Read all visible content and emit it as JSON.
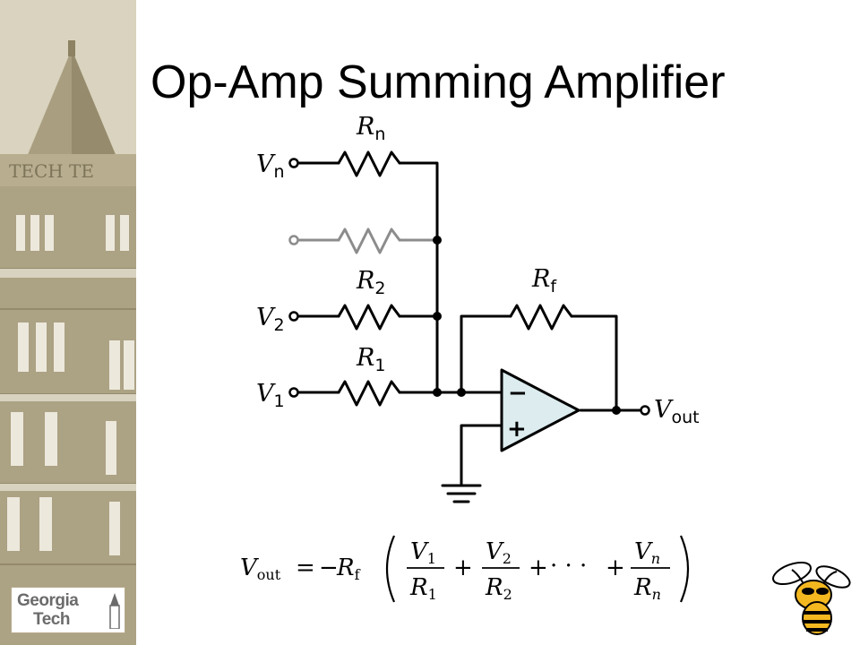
{
  "slide": {
    "title": "Op-Amp Summing Amplifier",
    "logo": {
      "line1": "Georgia",
      "line2": "Tech"
    }
  },
  "circuit": {
    "inputs": [
      {
        "v": "V",
        "v_sub": "n",
        "r": "R",
        "r_sub": "n"
      },
      {
        "v": "",
        "v_sub": "",
        "r": "",
        "r_sub": ""
      },
      {
        "v": "V",
        "v_sub": "2",
        "r": "R",
        "r_sub": "2"
      },
      {
        "v": "V",
        "v_sub": "1",
        "r": "R",
        "r_sub": "1"
      }
    ],
    "feedback": {
      "r": "R",
      "r_sub": "f"
    },
    "output": {
      "v": "V",
      "v_sub": "out"
    },
    "opamp": {
      "inv": "−",
      "noninv": "+"
    },
    "colors": {
      "wire": "#000000",
      "faded": "#8c8c8c",
      "opamp_fill": "#dcecef"
    }
  },
  "equation": {
    "lhs": "V",
    "lhs_sub": "out",
    "equals": "=",
    "minus": "−",
    "rf": "R",
    "rf_sub": "f",
    "terms": [
      {
        "num": "V",
        "num_sub": "1",
        "den": "R",
        "den_sub": "1"
      },
      {
        "num": "V",
        "num_sub": "2",
        "den": "R",
        "den_sub": "2"
      },
      {
        "num": "V",
        "num_sub": "n",
        "den": "R",
        "den_sub": "n"
      }
    ],
    "plus": "+",
    "dots": "· · ·"
  }
}
